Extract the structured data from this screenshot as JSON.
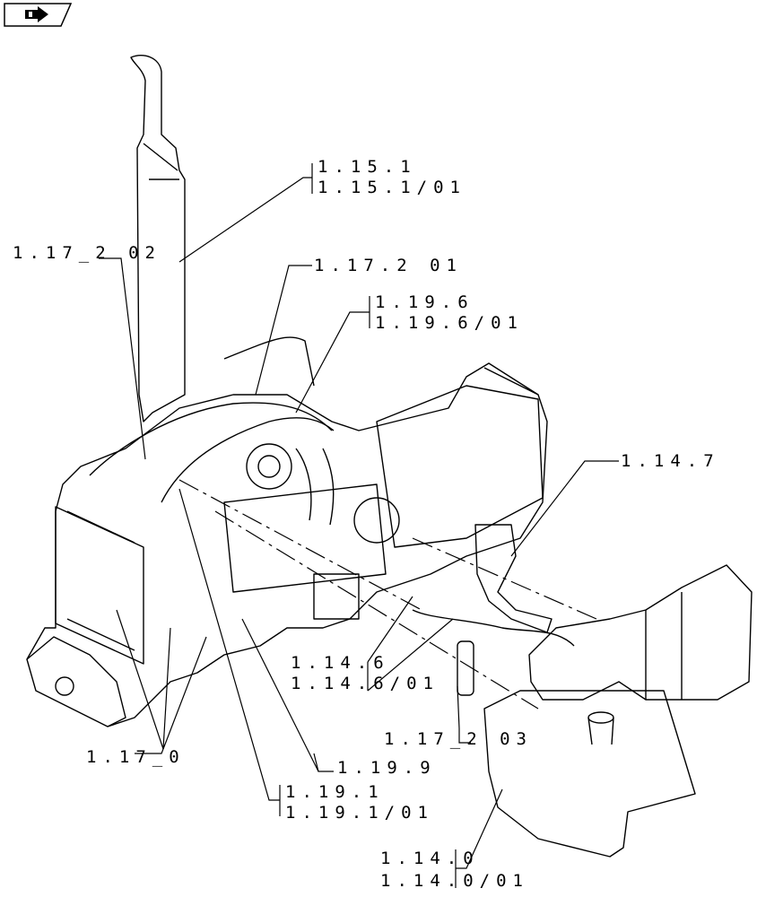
{
  "nav": {
    "icon": "back-arrow-icon"
  },
  "callouts": {
    "c_1_15_1": "1.15.1",
    "c_1_15_1_01": "1.15.1/01",
    "c_1_17_2_02": "1.17_2 02",
    "c_1_17_2_01": "1.17.2 01",
    "c_1_19_6": "1.19.6",
    "c_1_19_6_01": "1.19.6/01",
    "c_1_14_7": "1.14.7",
    "c_1_14_6": "1.14.6",
    "c_1_14_6_01": "1.14.6/01",
    "c_1_17_2_03": "1.17_2 03",
    "c_1_17_0": "1.17_0",
    "c_1_19_9": "1.19.9",
    "c_1_19_1": "1.19.1",
    "c_1_19_1_01": "1.19.1/01",
    "c_1_14_0": "1.14.0",
    "c_1_14_0_01": "1.14.0/01"
  }
}
